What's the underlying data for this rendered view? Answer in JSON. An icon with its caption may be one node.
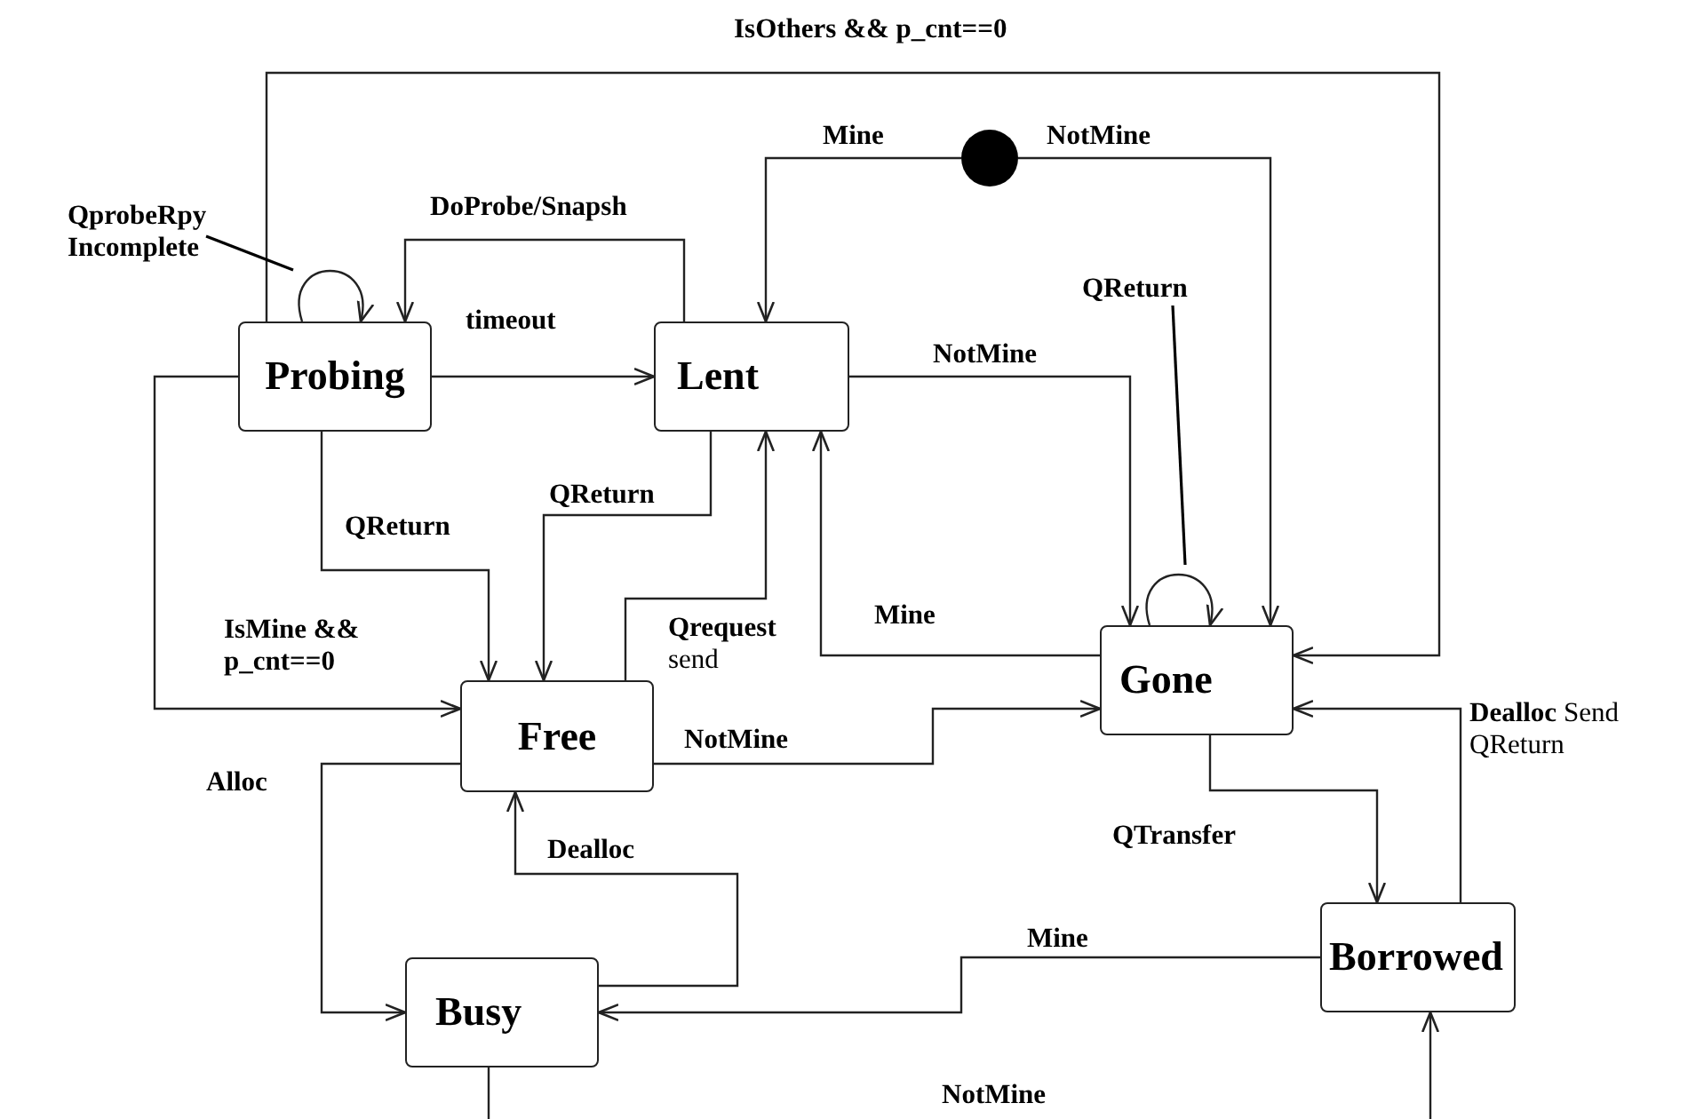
{
  "diagram": {
    "nodes": [
      {
        "text": [
          "Probing"
        ]
      },
      {
        "text": [
          "Lent"
        ]
      },
      {
        "text": [],
        "shape": "circle"
      },
      {
        "text": [
          "Gone"
        ]
      },
      {
        "text": [
          "Free"
        ]
      },
      {
        "text": [
          "Busy"
        ]
      },
      {
        "text": [
          "Borrowed"
        ]
      },
      {
        "text": [
          "QprobeRpy Incomplete"
        ]
      },
      {
        "text": [
          "QReturn"
        ]
      }
    ],
    "edges": [
      {
        "from": 0,
        "to": 0,
        "arrow": "to"
      },
      {
        "from": 1,
        "to": 0,
        "arrow": "to",
        "label": "DoProbe/Snapsh"
      },
      {
        "from": 0,
        "to": 1,
        "arrow": "to",
        "label": "timeout"
      },
      {
        "from": 0,
        "to": 3,
        "arrow": "to",
        "label": "IsOthers && p_cnt==0"
      },
      {
        "from": 2,
        "to": 1,
        "arrow": "to",
        "label": "Mine"
      },
      {
        "from": 2,
        "to": 3,
        "arrow": "to",
        "label": "NotMine"
      },
      {
        "from": 1,
        "to": 3,
        "arrow": "to",
        "label": "NotMine"
      },
      {
        "from": 3,
        "to": 3,
        "arrow": "to"
      },
      {
        "from": 3,
        "to": 1,
        "arrow": "to",
        "label": "Mine"
      },
      {
        "from": 4,
        "to": 1,
        "arrow": "to",
        "label": "**Qrequest** send"
      },
      {
        "from": 1,
        "to": 4,
        "arrow": "to",
        "label": "QReturn"
      },
      {
        "from": 0,
        "to": 4,
        "arrow": "to",
        "label": "QReturn"
      },
      {
        "from": 0,
        "to": 4,
        "arrow": "to",
        "label": "IsMine && p_cnt==0"
      },
      {
        "from": 4,
        "to": 3,
        "arrow": "to",
        "label": "NotMine"
      },
      {
        "from": 4,
        "to": 5,
        "arrow": "to",
        "label": "Alloc"
      },
      {
        "from": 5,
        "to": 4,
        "arrow": "to",
        "label": "Dealloc"
      },
      {
        "from": 3,
        "to": 6,
        "arrow": "to",
        "label": "QTransfer"
      },
      {
        "from": 6,
        "to": 3,
        "arrow": "to",
        "label": "**Dealloc** Send QReturn"
      },
      {
        "from": 6,
        "to": 5,
        "arrow": "to",
        "label": "Mine"
      },
      {
        "from": 5,
        "to": 6,
        "arrow": "to",
        "label": "NotMine"
      },
      {
        "from": 7,
        "to": null,
        "arrow": "none"
      },
      {
        "from": 8,
        "to": null,
        "arrow": "none"
      }
    ]
  }
}
